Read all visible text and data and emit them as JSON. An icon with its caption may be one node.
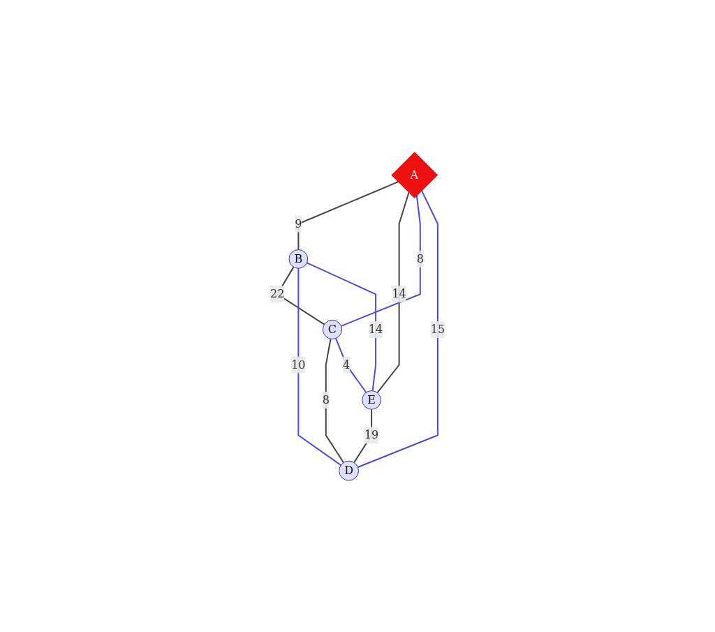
{
  "diagram": {
    "nodes": [
      {
        "text": [
          "A"
        ]
      },
      {
        "text": [
          "B"
        ]
      },
      {
        "text": [
          "C"
        ]
      },
      {
        "text": [
          "D"
        ]
      },
      {
        "text": [
          "E"
        ]
      }
    ],
    "edges": [
      {
        "from": 0,
        "to": 1,
        "arrow": "none",
        "label": "9"
      },
      {
        "from": 1,
        "to": 2,
        "arrow": "none",
        "label": "22"
      },
      {
        "from": 2,
        "to": 3,
        "arrow": "none",
        "label": "8"
      },
      {
        "from": 4,
        "to": 3,
        "arrow": "none",
        "label": "19"
      },
      {
        "from": 0,
        "to": 4,
        "arrow": "none",
        "label": "14"
      },
      {
        "from": 0,
        "to": 2,
        "arrow": "none",
        "label": "8",
        "color": "#4a4ae0"
      },
      {
        "from": 0,
        "to": 3,
        "arrow": "none",
        "label": "15",
        "color": "#4a4ae0"
      },
      {
        "from": 1,
        "to": 3,
        "arrow": "none",
        "label": "10",
        "color": "#4a4ae0"
      },
      {
        "from": 1,
        "to": 4,
        "arrow": "none",
        "label": "14",
        "color": "#4a4ae0"
      },
      {
        "from": 2,
        "to": 4,
        "arrow": "none",
        "label": "4",
        "color": "#4a4ae0"
      }
    ]
  }
}
